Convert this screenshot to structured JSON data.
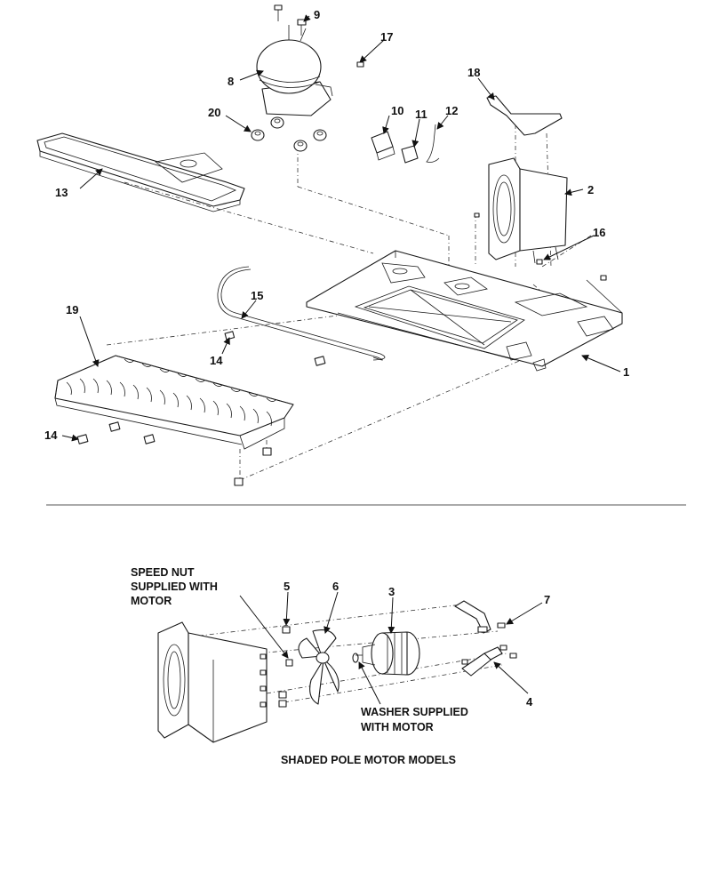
{
  "callouts": {
    "c1": "1",
    "c2": "2",
    "c3": "3",
    "c4": "4",
    "c5": "5",
    "c6": "6",
    "c7": "7",
    "c8": "8",
    "c9": "9",
    "c10": "10",
    "c11": "11",
    "c12": "12",
    "c13": "13",
    "c14a": "14",
    "c14b": "14",
    "c15": "15",
    "c16": "16",
    "c17": "17",
    "c18": "18",
    "c19": "19",
    "c20": "20"
  },
  "notes": {
    "speed_nut": [
      "SPEED NUT",
      "SUPPLIED WITH",
      "MOTOR"
    ],
    "washer": [
      "WASHER SUPPLIED",
      "WITH MOTOR"
    ],
    "caption": "SHADED POLE MOTOR MODELS"
  }
}
